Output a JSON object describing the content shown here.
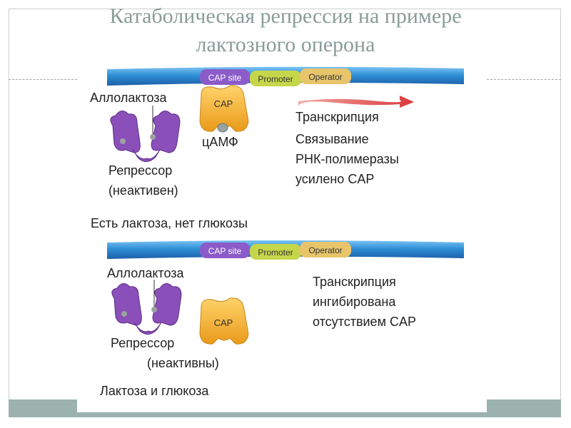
{
  "title": {
    "line1": "Катаболическая репрессия на примере",
    "line2": "лактозного оперона"
  },
  "dna_segments": {
    "cap_site": "CAP site",
    "promoter": "Promoter",
    "operator": "Operator"
  },
  "top_panel": {
    "allolactose": "Аллолактоза",
    "cap": "CAP",
    "camp": "цАМФ",
    "transcription": "Транскрипция",
    "binding_line1": "Связывание",
    "binding_line2": "РНК-полимеразы",
    "binding_line3": "усилено CAP",
    "repressor": "Репрессор",
    "repressor_state": "(неактивен)",
    "condition": "Есть лактоза, нет глюкозы"
  },
  "bottom_panel": {
    "allolactose": "Аллолактоза",
    "cap": "CAP",
    "transcription_line1": "Транскрипция",
    "transcription_line2": "ингибирована",
    "transcription_line3": "отсутствием CAP",
    "repressor": "Репрессор",
    "repressor_state": "(неактивны)",
    "condition": "Лактоза и глюкоза"
  },
  "colors": {
    "dna": "#2f8fd6",
    "cap_site": "#8b5cc9",
    "promoter": "#c6d64a",
    "operator": "#e8c56a",
    "cap_protein": "#f2b02f",
    "repressor": "#8a4fb8",
    "arrow": "#d9383a",
    "title": "#8a9c98",
    "footer": "#9bb2ae"
  }
}
